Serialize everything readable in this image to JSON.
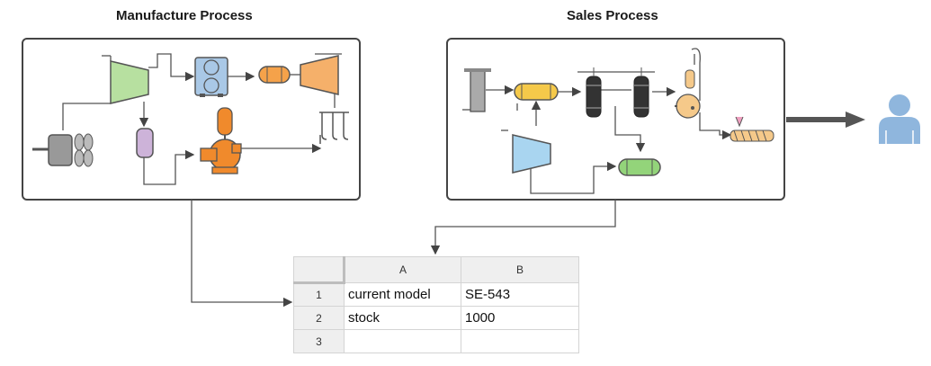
{
  "titles": {
    "manufacture": "Manufacture Process",
    "sales": "Sales Process"
  },
  "spreadsheet": {
    "columns": [
      "A",
      "B"
    ],
    "rows": [
      {
        "num": "1",
        "a": "current model",
        "b": "SE-543"
      },
      {
        "num": "2",
        "a": "stock",
        "b": "1000"
      },
      {
        "num": "3",
        "a": "",
        "b": ""
      }
    ]
  },
  "colors": {
    "green_compressor": "#b7e0a0",
    "blue_unit": "#a9c8e6",
    "orange": "#f5a24a",
    "pump_orange": "#f08a2c",
    "purple_tank": "#cdb3d9",
    "yellow_tank": "#f5c94a",
    "green_tank": "#93d47a",
    "user_blue": "#8fb6dd",
    "dark_arrow": "#555555"
  }
}
